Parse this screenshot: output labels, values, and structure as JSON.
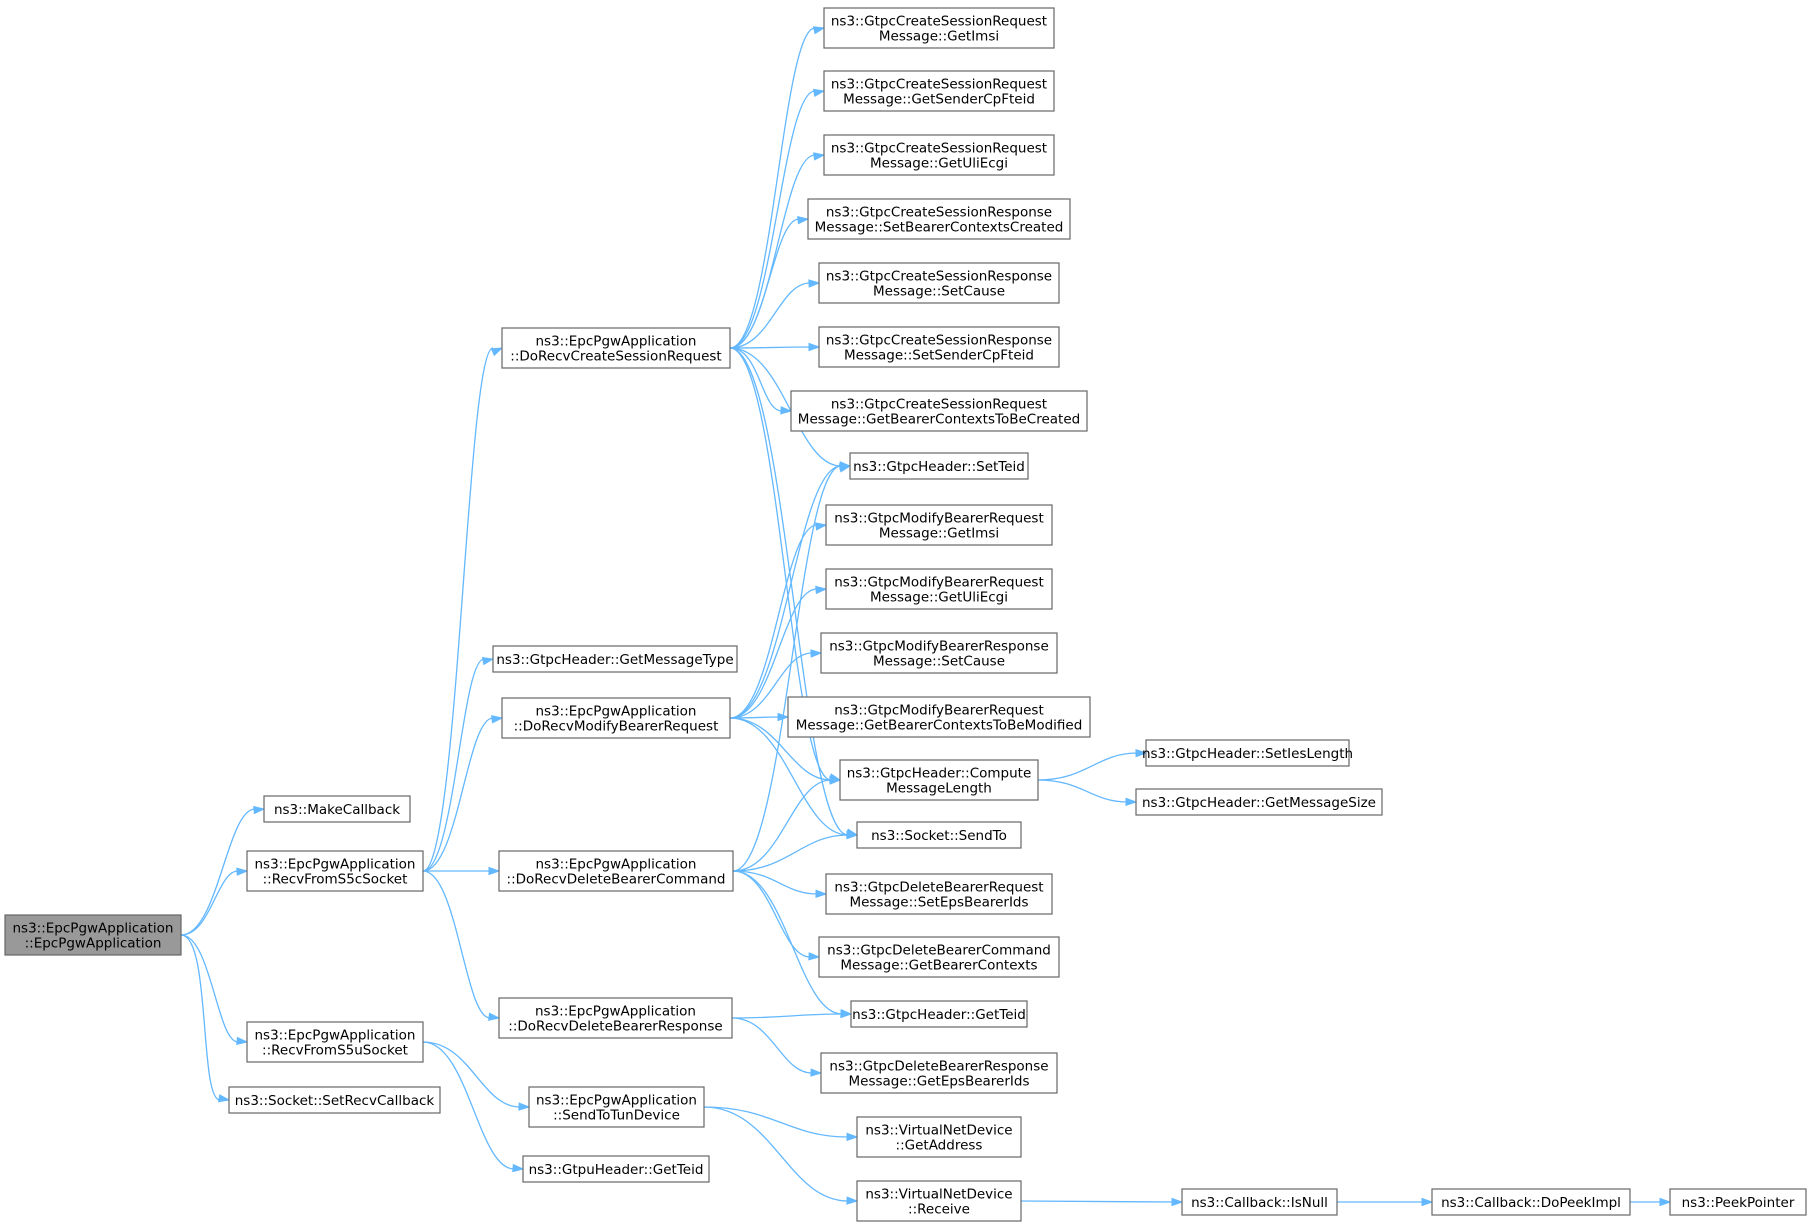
{
  "diagram": {
    "nodes": [
      {
        "id": "root",
        "lines": [
          "ns3::EpcPgwApplication",
          "::EpcPgwApplication"
        ],
        "root": true
      },
      {
        "id": "makecb",
        "lines": [
          "ns3::MakeCallback"
        ]
      },
      {
        "id": "recvs5c",
        "lines": [
          "ns3::EpcPgwApplication",
          "::RecvFromS5cSocket"
        ]
      },
      {
        "id": "recvs5u",
        "lines": [
          "ns3::EpcPgwApplication",
          "::RecvFromS5uSocket"
        ]
      },
      {
        "id": "setrecvcb",
        "lines": [
          "ns3::Socket::SetRecvCallback"
        ]
      },
      {
        "id": "drcsr",
        "lines": [
          "ns3::EpcPgwApplication",
          "::DoRecvCreateSessionRequest"
        ]
      },
      {
        "id": "getmsgtype",
        "lines": [
          "ns3::GtpcHeader::GetMessageType"
        ]
      },
      {
        "id": "drmbr",
        "lines": [
          "ns3::EpcPgwApplication",
          "::DoRecvModifyBearerRequest"
        ]
      },
      {
        "id": "drdbc",
        "lines": [
          "ns3::EpcPgwApplication",
          "::DoRecvDeleteBearerCommand"
        ]
      },
      {
        "id": "drdbresp",
        "lines": [
          "ns3::EpcPgwApplication",
          "::DoRecvDeleteBearerResponse"
        ]
      },
      {
        "id": "sendtun",
        "lines": [
          "ns3::EpcPgwApplication",
          "::SendToTunDevice"
        ]
      },
      {
        "id": "gtpugetteid",
        "lines": [
          "ns3::GtpuHeader::GetTeid"
        ]
      },
      {
        "id": "csreq_imsi",
        "lines": [
          "ns3::GtpcCreateSessionRequest",
          "Message::GetImsi"
        ]
      },
      {
        "id": "csreq_sender",
        "lines": [
          "ns3::GtpcCreateSessionRequest",
          "Message::GetSenderCpFteid"
        ]
      },
      {
        "id": "csreq_uli",
        "lines": [
          "ns3::GtpcCreateSessionRequest",
          "Message::GetUliEcgi"
        ]
      },
      {
        "id": "csresp_setbc",
        "lines": [
          "ns3::GtpcCreateSessionResponse",
          "Message::SetBearerContextsCreated"
        ]
      },
      {
        "id": "csresp_cause",
        "lines": [
          "ns3::GtpcCreateSessionResponse",
          "Message::SetCause"
        ]
      },
      {
        "id": "csresp_sender",
        "lines": [
          "ns3::GtpcCreateSessionResponse",
          "Message::SetSenderCpFteid"
        ]
      },
      {
        "id": "csreq_getbc",
        "lines": [
          "ns3::GtpcCreateSessionRequest",
          "Message::GetBearerContextsToBeCreated"
        ]
      },
      {
        "id": "setteid",
        "lines": [
          "ns3::GtpcHeader::SetTeid"
        ]
      },
      {
        "id": "mbreq_imsi",
        "lines": [
          "ns3::GtpcModifyBearerRequest",
          "Message::GetImsi"
        ]
      },
      {
        "id": "mbreq_uli",
        "lines": [
          "ns3::GtpcModifyBearerRequest",
          "Message::GetUliEcgi"
        ]
      },
      {
        "id": "mbresp_cause",
        "lines": [
          "ns3::GtpcModifyBearerResponse",
          "Message::SetCause"
        ]
      },
      {
        "id": "mbreq_getbc",
        "lines": [
          "ns3::GtpcModifyBearerRequest",
          "Message::GetBearerContextsToBeModified"
        ]
      },
      {
        "id": "compute",
        "lines": [
          "ns3::GtpcHeader::Compute",
          "MessageLength"
        ]
      },
      {
        "id": "sendto",
        "lines": [
          "ns3::Socket::SendTo"
        ]
      },
      {
        "id": "dbreq_eps",
        "lines": [
          "ns3::GtpcDeleteBearerRequest",
          "Message::SetEpsBearerIds"
        ]
      },
      {
        "id": "dbcmd_bc",
        "lines": [
          "ns3::GtpcDeleteBearerCommand",
          "Message::GetBearerContexts"
        ]
      },
      {
        "id": "getteid",
        "lines": [
          "ns3::GtpcHeader::GetTeid"
        ]
      },
      {
        "id": "dbresp_eps",
        "lines": [
          "ns3::GtpcDeleteBearerResponse",
          "Message::GetEpsBearerIds"
        ]
      },
      {
        "id": "vnd_addr",
        "lines": [
          "ns3::VirtualNetDevice",
          "::GetAddress"
        ]
      },
      {
        "id": "vnd_recv",
        "lines": [
          "ns3::VirtualNetDevice",
          "::Receive"
        ]
      },
      {
        "id": "setieslen",
        "lines": [
          "ns3::GtpcHeader::SetIesLength"
        ]
      },
      {
        "id": "getmsgsize",
        "lines": [
          "ns3::GtpcHeader::GetMessageSize"
        ]
      },
      {
        "id": "isnull",
        "lines": [
          "ns3::Callback::IsNull"
        ]
      },
      {
        "id": "dopeek",
        "lines": [
          "ns3::Callback::DoPeekImpl"
        ]
      },
      {
        "id": "peekptr",
        "lines": [
          "ns3::PeekPointer"
        ]
      }
    ],
    "edges": [
      [
        "root",
        "makecb"
      ],
      [
        "root",
        "recvs5c"
      ],
      [
        "root",
        "recvs5u"
      ],
      [
        "root",
        "setrecvcb"
      ],
      [
        "recvs5c",
        "drcsr"
      ],
      [
        "recvs5c",
        "getmsgtype"
      ],
      [
        "recvs5c",
        "drmbr"
      ],
      [
        "recvs5c",
        "drdbc"
      ],
      [
        "recvs5c",
        "drdbresp"
      ],
      [
        "recvs5u",
        "sendtun"
      ],
      [
        "recvs5u",
        "gtpugetteid"
      ],
      [
        "drcsr",
        "csreq_imsi"
      ],
      [
        "drcsr",
        "csreq_sender"
      ],
      [
        "drcsr",
        "csreq_uli"
      ],
      [
        "drcsr",
        "csresp_setbc"
      ],
      [
        "drcsr",
        "csresp_cause"
      ],
      [
        "drcsr",
        "csresp_sender"
      ],
      [
        "drcsr",
        "csreq_getbc"
      ],
      [
        "drcsr",
        "setteid"
      ],
      [
        "drcsr",
        "compute"
      ],
      [
        "drcsr",
        "sendto"
      ],
      [
        "drmbr",
        "setteid"
      ],
      [
        "drmbr",
        "mbreq_imsi"
      ],
      [
        "drmbr",
        "mbreq_uli"
      ],
      [
        "drmbr",
        "mbresp_cause"
      ],
      [
        "drmbr",
        "mbreq_getbc"
      ],
      [
        "drmbr",
        "compute"
      ],
      [
        "drmbr",
        "sendto"
      ],
      [
        "drdbc",
        "setteid"
      ],
      [
        "drdbc",
        "compute"
      ],
      [
        "drdbc",
        "sendto"
      ],
      [
        "drdbc",
        "dbreq_eps"
      ],
      [
        "drdbc",
        "dbcmd_bc"
      ],
      [
        "drdbc",
        "getteid"
      ],
      [
        "drdbresp",
        "getteid"
      ],
      [
        "drdbresp",
        "dbresp_eps"
      ],
      [
        "sendtun",
        "vnd_addr"
      ],
      [
        "sendtun",
        "vnd_recv"
      ],
      [
        "compute",
        "setieslen"
      ],
      [
        "compute",
        "getmsgsize"
      ],
      [
        "vnd_recv",
        "isnull"
      ],
      [
        "isnull",
        "dopeek"
      ],
      [
        "dopeek",
        "peekptr"
      ]
    ]
  }
}
